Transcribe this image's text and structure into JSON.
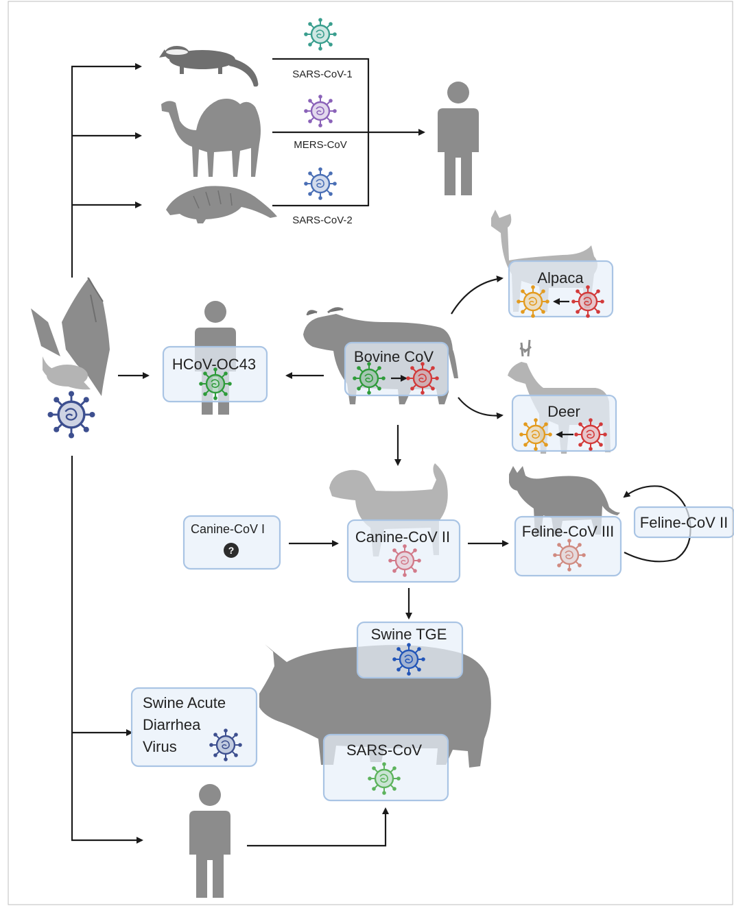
{
  "intermediate_hosts": {
    "virus_1": "SARS-CoV-1",
    "virus_2": "MERS-CoV",
    "virus_3": "SARS-CoV-2"
  },
  "boxes": {
    "hcov": "HCoV-OC43",
    "bovine": "Bovine CoV",
    "alpaca": "Alpaca",
    "deer": "Deer",
    "canine1": "Canine-CoV I",
    "canine2": "Canine-CoV II",
    "feline3": "Feline-CoV III",
    "feline2": "Feline-CoV II",
    "swine_tge": "Swine TGE",
    "sadv_line1": "Swine Acute",
    "sadv_line2": "Diarrhea",
    "sadv_line3": "Virus",
    "sars": "SARS-CoV"
  },
  "symbols": {
    "unknown_mark": "?"
  },
  "colors": {
    "arrow": "#1a1a1a",
    "box_fill": "#e8f0fa",
    "box_stroke": "#a9c4e4",
    "silhouette": "#8c8c8c",
    "virus_teal": "#3a9e8e",
    "virus_purple": "#8a62b8",
    "virus_blue": "#4a6fb5",
    "virus_green": "#2e9b3a",
    "virus_red": "#d23a3a",
    "virus_orange": "#e39b1f",
    "virus_pink": "#d27a8a",
    "virus_navy": "#3d4f8f",
    "virus_darkblue": "#2255b8",
    "virus_lightgreen": "#5db35d",
    "virus_salmon": "#d08a80"
  },
  "icons": [
    "bat-icon",
    "civet-icon",
    "camel-icon",
    "pangolin-icon",
    "human-icon",
    "cow-icon",
    "llama-icon",
    "deer-icon",
    "dog-icon",
    "cat-icon",
    "pig-icon",
    "virus-icon",
    "question-icon"
  ]
}
